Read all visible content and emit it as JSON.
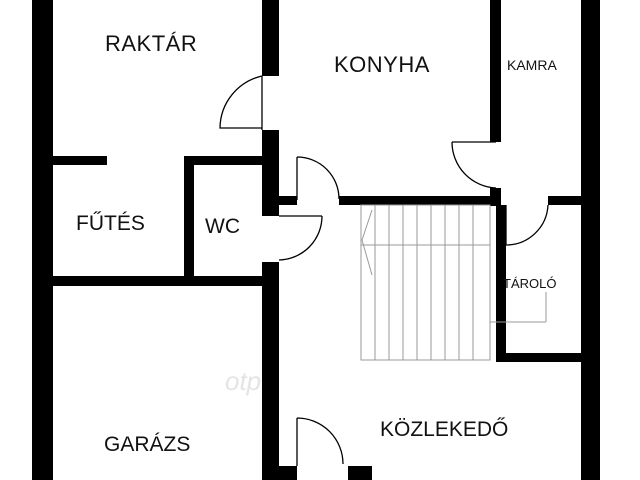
{
  "plan": {
    "rooms": {
      "raktar": "RAKTÁR",
      "konyha": "KONYHA",
      "kamra": "KAMRA",
      "futes": "FŰTÉS",
      "wc": "WC",
      "tarolo": "TÁROLÓ",
      "garazs": "GARÁZS",
      "kozlekedo": "KÖZLEKEDŐ"
    },
    "watermark": "otp",
    "colors": {
      "wall": "#000000",
      "door": "#000000",
      "stair": "#9a9a9a",
      "background": "#ffffff"
    }
  }
}
